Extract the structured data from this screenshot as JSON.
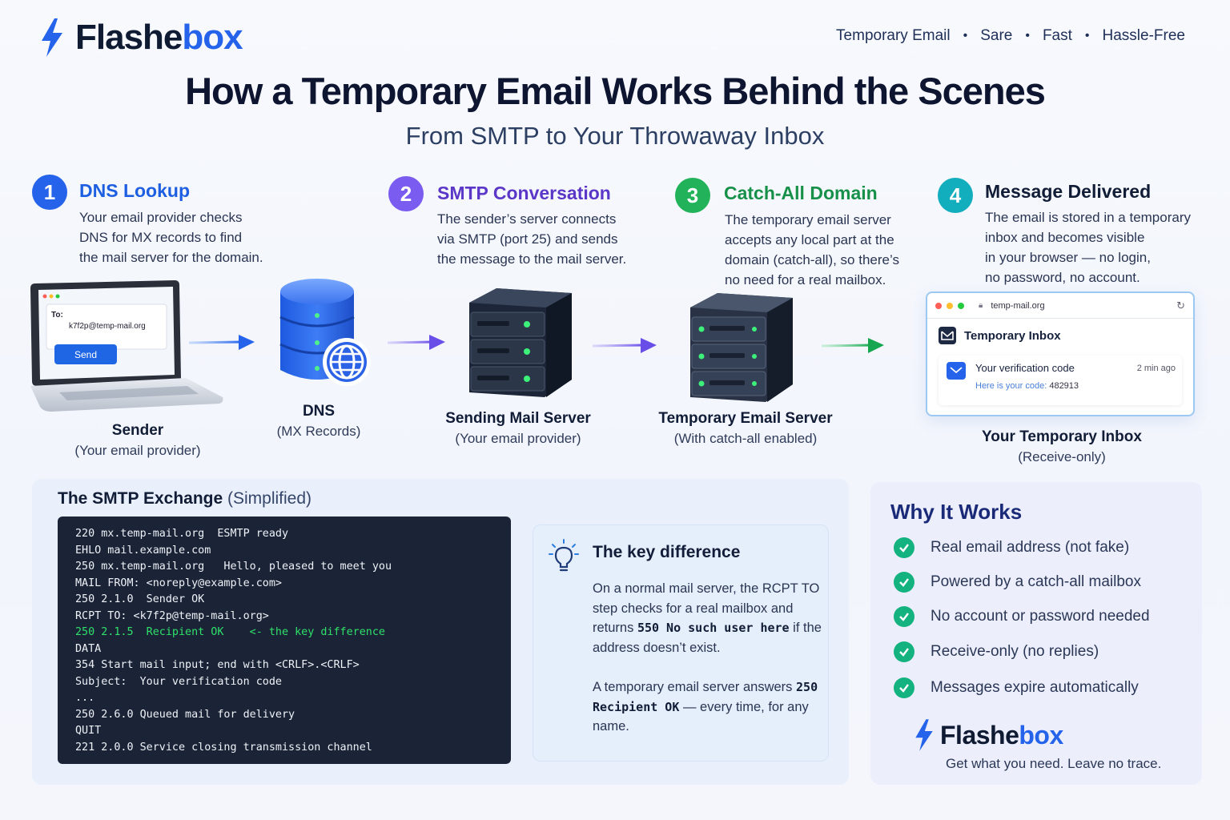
{
  "brand": {
    "part1": "Flashe",
    "part2": "box"
  },
  "tagline": {
    "items": [
      "Temporary Email",
      "Sare",
      "Fast",
      "Hassle-Free"
    ],
    "separator": "•"
  },
  "title": "How a Temporary Email Works Behind the Scenes",
  "subtitle": "From SMTP to Your Throwaway Inbox",
  "steps": [
    {
      "num": "1",
      "title": "DNS Lookup",
      "color": "#2563eb",
      "title_color": "#1d5fe0",
      "lines": [
        "Your email provider checks",
        "DNS for MX records to find",
        "the mail server for the domain."
      ]
    },
    {
      "num": "2",
      "title": "SMTP Conversation",
      "color": "#7b5cf0",
      "title_color": "#5b37c8",
      "lines": [
        "The sender’s server connects",
        "via SMTP (port 25) and sends",
        "the message to the mail server."
      ]
    },
    {
      "num": "3",
      "title": "Catch-All Domain",
      "color": "#22b25a",
      "title_color": "#17904a",
      "lines": [
        "The temporary email server",
        "accepts any local part at the",
        "domain (catch-all), so there’s",
        "no need for a real mailbox."
      ]
    },
    {
      "num": "4",
      "title": "Message Delivered",
      "color": "#13aebd",
      "title_color": "#111c36",
      "lines": [
        "The email is stored in a temporary",
        "inbox and becomes visible",
        "in your browser — no login,",
        "no password, no account."
      ]
    }
  ],
  "nodes": {
    "sender": {
      "label": "Sender",
      "sub": "(Your email provider)"
    },
    "dns": {
      "label": "DNS",
      "sub": "(MX Records)"
    },
    "sending": {
      "label": "Sending Mail Server",
      "sub": "(Your email provider)"
    },
    "temp": {
      "label": "Temporary Email Server",
      "sub": "(With catch-all enabled)"
    },
    "inbox": {
      "label": "Your Temporary Inbox",
      "sub": "(Receive-only)"
    }
  },
  "laptop": {
    "to_label": "To:",
    "to_value": "k7f2p@temp-mail.org",
    "send": "Send"
  },
  "inbox_card": {
    "url": "temp-mail.org",
    "header": "Temporary Inbox",
    "subject": "Your verification code",
    "preview": "Here is your code: 482913",
    "time": "2 min ago"
  },
  "smtp": {
    "title_bold": "The SMTP Exchange",
    "title_rest": "(Simplified)",
    "lines": [
      "220 mx.temp-mail.org  ESMTP ready",
      "EHLO mail.example.com",
      "250 mx.temp-mail.org   Hello, pleased to meet you",
      "MAIL FROM: <noreply@example.com>",
      "250 2.1.0  Sender OK",
      "RCPT TO: <k7f2p@temp-mail.org>",
      "250 2.1.5  Recipient OK    <- the key difference",
      "DATA",
      "354 Start mail input; end with <CRLF>.<CRLF>",
      "Subject:  Your verification code",
      "...",
      "250 2.6.0 Queued mail for delivery",
      "QUIT",
      "221 2.0.0 Service closing transmission channel"
    ],
    "highlight_line": 6
  },
  "key": {
    "title": "The key difference",
    "p1_a": "On a normal mail server, the RCPT TO step checks for a real mailbox and returns ",
    "p1_code": "550 No such user here",
    "p1_b": " if the address doesn’t exist.",
    "p2_code": "250 Recipient OK",
    "p2_a": " — every time, for any name.",
    "p2_pre": "A temporary email server answers "
  },
  "why": {
    "title": "Why It Works",
    "items": [
      "Real email address (not fake)",
      "Powered by a catch-all mailbox",
      "No account or password needed",
      "Receive-only (no replies)",
      "Messages expire automatically"
    ],
    "tagline": "Get what you need. Leave no trace."
  }
}
